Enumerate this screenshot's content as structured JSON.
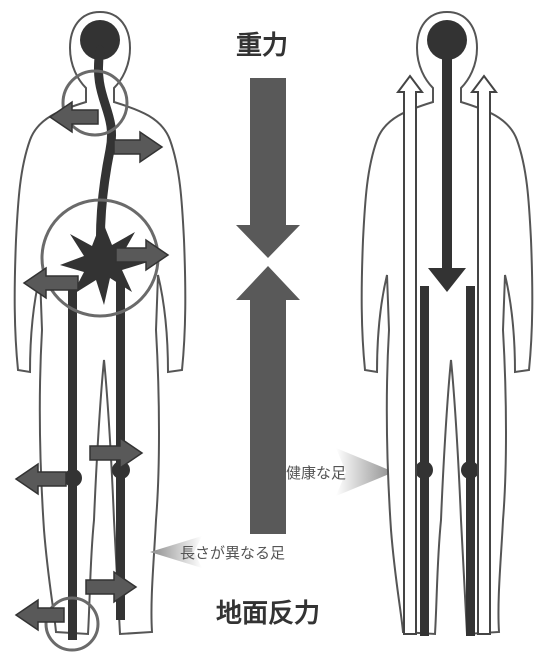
{
  "labels": {
    "gravity": "重力",
    "ground_reaction": "地面反力",
    "healthy_legs": "健康な足",
    "unequal_legs": "長さが異なる足"
  },
  "colors": {
    "dark": "#333333",
    "arrow": "#595959",
    "arrow_light": "#8c8c8c",
    "outline": "#555555",
    "body_fill": "#ffffff",
    "circle": "#6a6a6a",
    "label_gray": "#a0a0a0"
  }
}
